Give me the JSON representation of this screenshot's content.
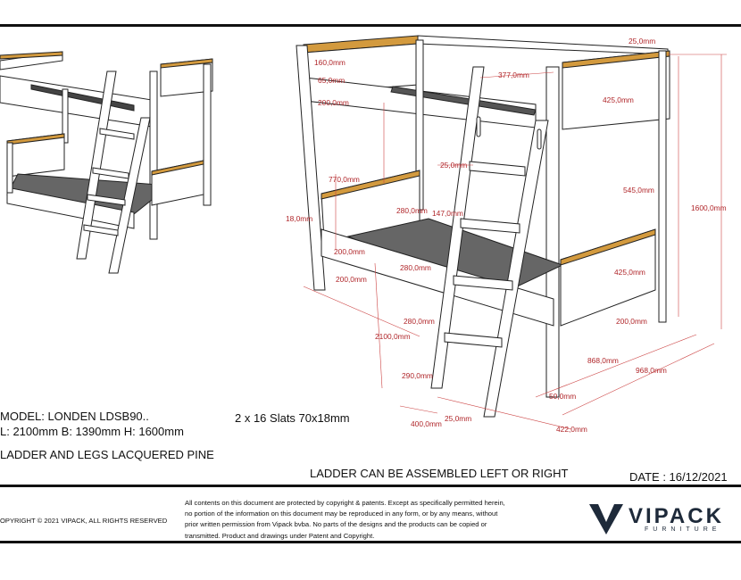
{
  "spec": {
    "model": "MODEL: LONDEN LDSB90..",
    "dimensions": "L: 2100mm B: 1390mm H: 1600mm",
    "finish": "LADDER AND LEGS LACQUERED PINE",
    "slats": "2 x 16 Slats 70x18mm",
    "ladder_note": "LADDER CAN BE ASSEMBLED LEFT OR RIGHT",
    "date": "DATE : 16/12/2021"
  },
  "footer": {
    "copyright": "OPYRIGHT  © 2021 VIPACK, ALL RIGHTS RESERVED",
    "legal_lines": [
      "All contents on this document are protected by copyright & patents. Except as specifically permitted herein,",
      "no portion of the information on this document may be reproduced in any form, or by any means, without",
      "prior written permission from Vipack bvba. No parts of the designs and the products can be copied or",
      "transmitted. Product and drawings under Patent and Copyright."
    ],
    "brand_name": "VIPACK",
    "brand_sub": "FURNITURE"
  },
  "dimension_labels": {
    "d25_top": "25,0mm",
    "d377": "377,0mm",
    "d160": "160,0mm",
    "d65": "65,0mm",
    "d200_upper": "200,0mm",
    "d425_upper": "425,0mm",
    "d770": "770,0mm",
    "d25_mid": "25,0mm",
    "d545": "545,0mm",
    "d1600": "1600,0mm",
    "d18": "18,0mm",
    "d280_a": "280,0mm",
    "d147": "147,0mm",
    "d200_b": "200,0mm",
    "d280_b": "280,0mm",
    "d200_c": "200,0mm",
    "d425_lower": "425,0mm",
    "d280_c": "280,0mm",
    "d2100": "2100,0mm",
    "d200_d": "200,0mm",
    "d868": "868,0mm",
    "d968": "968,0mm",
    "d290": "290,0mm",
    "d50": "50,0mm",
    "d25_bottom": "25,0mm",
    "d400": "400,0mm",
    "d422": "422,0mm"
  },
  "colors": {
    "pine_accent": "#d39a3e",
    "dimension_red": "#b0262a",
    "panel_white": "#ffffff",
    "slat_gray": "#555555"
  }
}
